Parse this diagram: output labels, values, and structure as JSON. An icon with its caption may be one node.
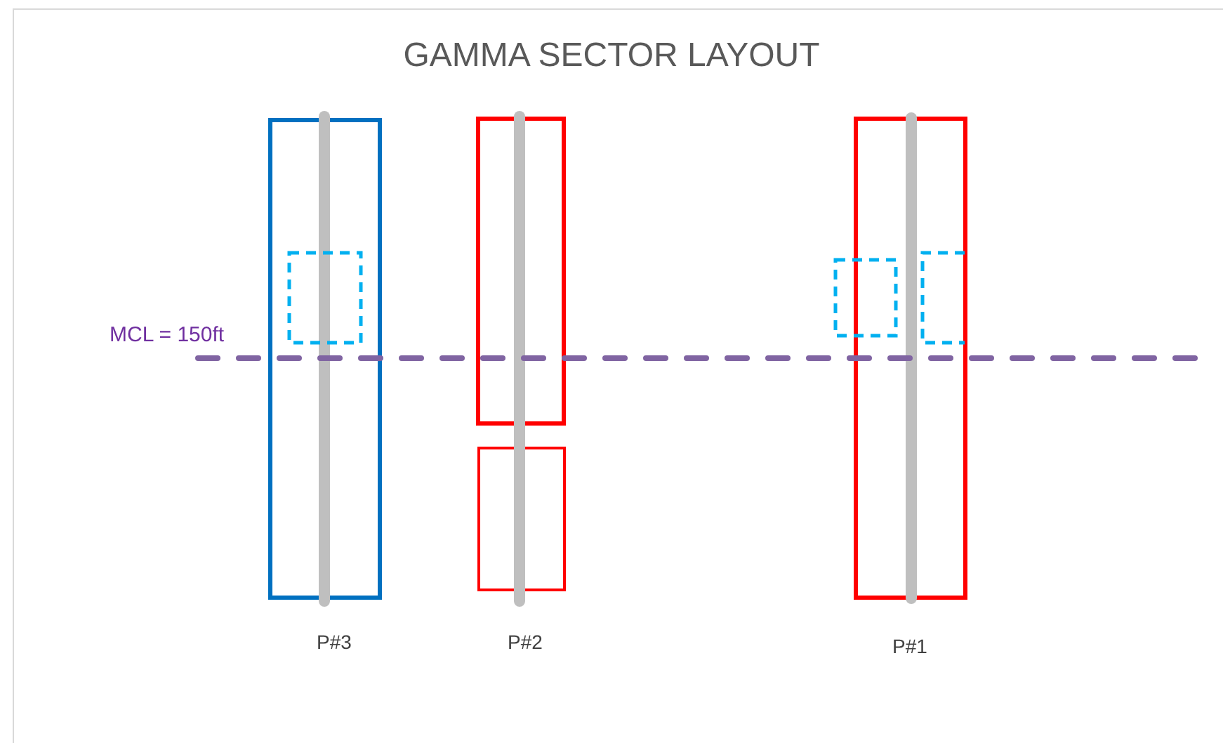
{
  "diagram": {
    "title": "GAMMA SECTOR LAYOUT",
    "nodes": [
      {
        "text": [],
        "shape": "box",
        "beside": [
          "P#3"
        ]
      },
      {
        "text": [],
        "shape": "box"
      },
      {
        "text": [],
        "shape": "box",
        "beside": [
          "P#2"
        ]
      },
      {
        "text": [],
        "shape": "box",
        "beside": [
          "P#1"
        ]
      }
    ],
    "labels": [
      "MCL = 150ft"
    ]
  }
}
